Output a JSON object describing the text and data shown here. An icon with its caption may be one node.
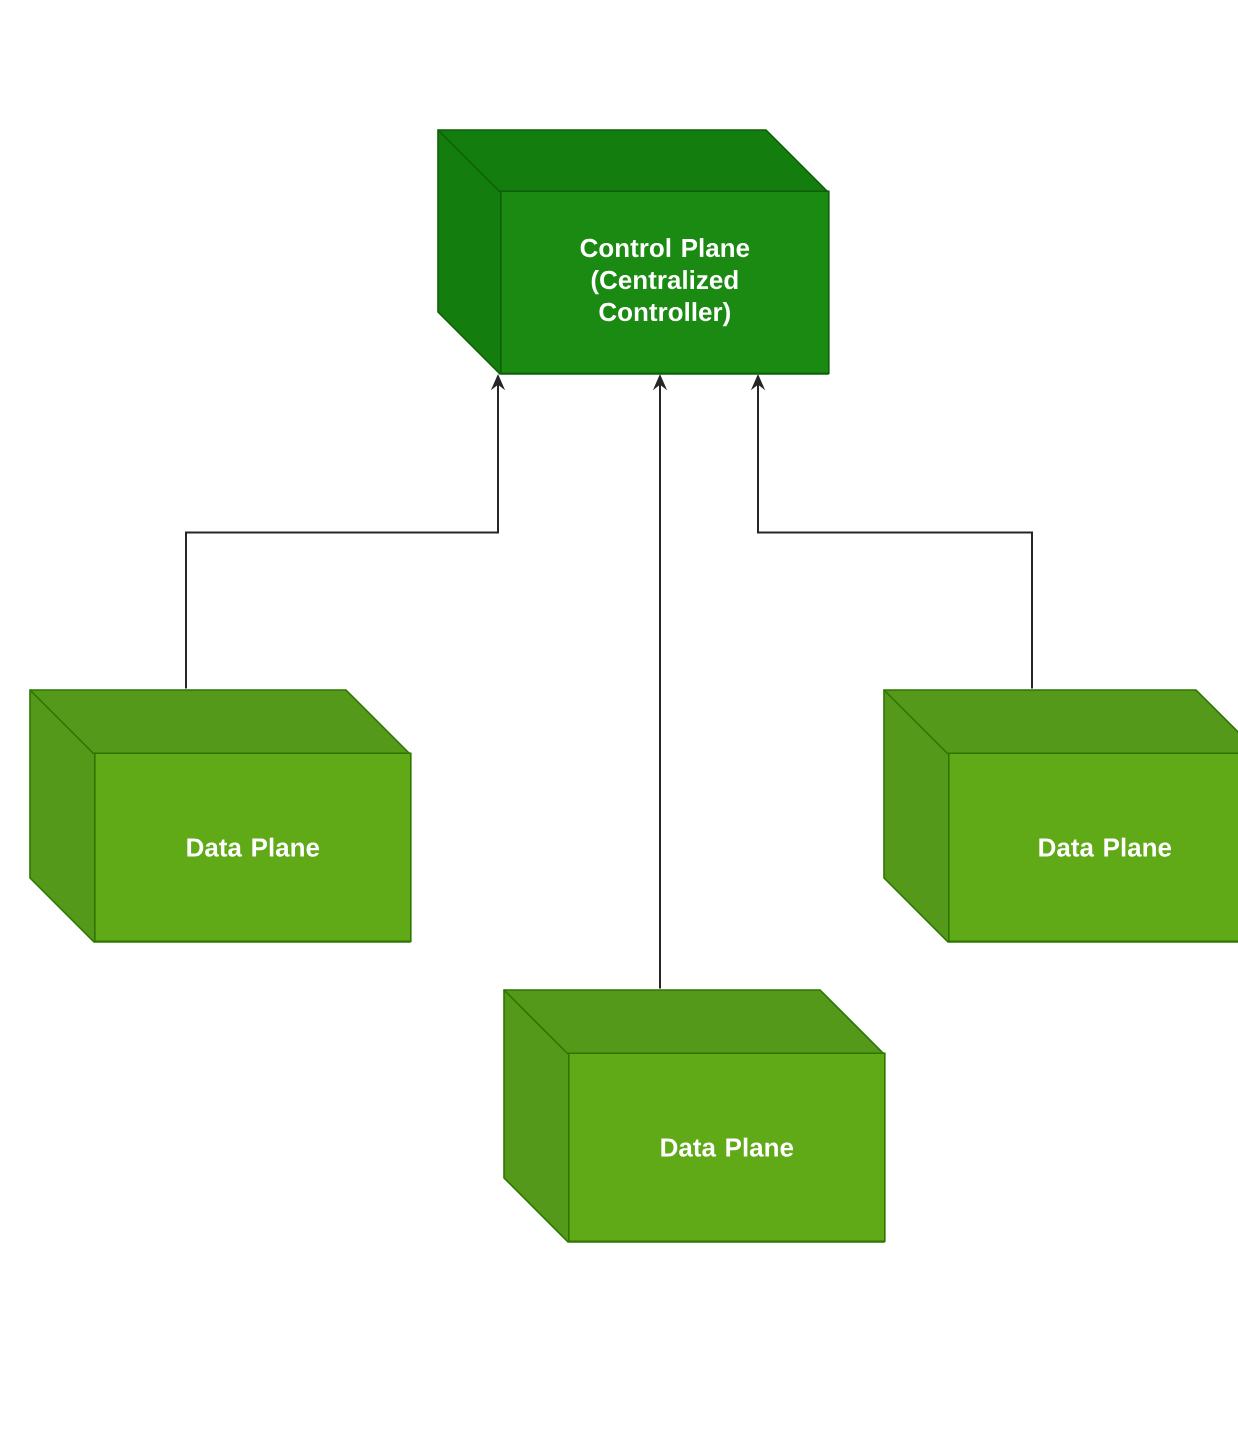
{
  "diagram": {
    "nodes": [
      {
        "text": [
          "Control Plane (Centralized Controller)"
        ]
      },
      {
        "text": [
          "Data Plane"
        ]
      },
      {
        "text": [
          "Data Plane"
        ]
      },
      {
        "text": [
          "Data Plane"
        ]
      }
    ],
    "edges": [
      {
        "from": 1,
        "to": 0,
        "arrow": "to"
      },
      {
        "from": 3,
        "to": 0,
        "arrow": "to"
      },
      {
        "from": 2,
        "to": 0,
        "arrow": "to"
      }
    ]
  }
}
